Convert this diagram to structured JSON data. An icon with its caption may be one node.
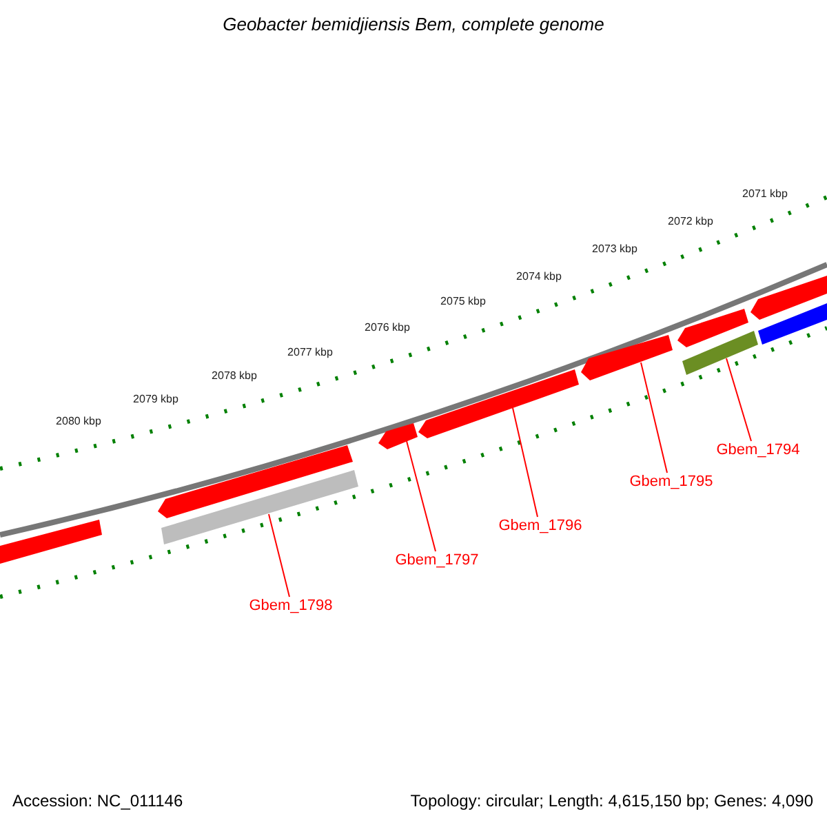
{
  "diagram": {
    "title": "Geobacter bemidjiensis Bem, complete genome",
    "nodes": [
      {
        "text": [
          "Gbem_1794"
        ]
      },
      {
        "text": [
          "Gbem_1795"
        ]
      },
      {
        "text": [
          "Gbem_1796"
        ]
      },
      {
        "text": [
          "Gbem_1797"
        ]
      },
      {
        "text": [
          "Gbem_1798"
        ]
      },
      {
        "text": [],
        "shape": "bar"
      },
      {
        "text": [],
        "shape": "arrow"
      },
      {
        "text": [],
        "shape": "arrow"
      },
      {
        "text": [],
        "shape": "arrow"
      },
      {
        "text": [],
        "shape": "bar"
      },
      {
        "text": [],
        "shape": "bar"
      },
      {
        "text": [],
        "shape": "arrow"
      },
      {
        "text": [],
        "shape": "arrow"
      },
      {
        "text": [],
        "shape": "arrow"
      },
      {
        "text": [],
        "shape": "bar"
      }
    ],
    "edges": [
      {
        "from": 0,
        "to": 5,
        "arrow": "none"
      },
      {
        "from": 1,
        "to": 6,
        "arrow": "none"
      },
      {
        "from": 2,
        "to": 7,
        "arrow": "none"
      },
      {
        "from": 3,
        "to": 8,
        "arrow": "none"
      },
      {
        "from": 4,
        "to": 9,
        "arrow": "none"
      }
    ],
    "labels": [
      "2071 kbp",
      "2072 kbp",
      "2073 kbp",
      "2074 kbp",
      "2075 kbp",
      "2076 kbp",
      "2077 kbp",
      "2078 kbp",
      "2079 kbp",
      "2080 kbp",
      "Accession: NC_011146",
      "Topology: circular; Length: 4,615,150 bp; Genes: 4,090"
    ]
  }
}
